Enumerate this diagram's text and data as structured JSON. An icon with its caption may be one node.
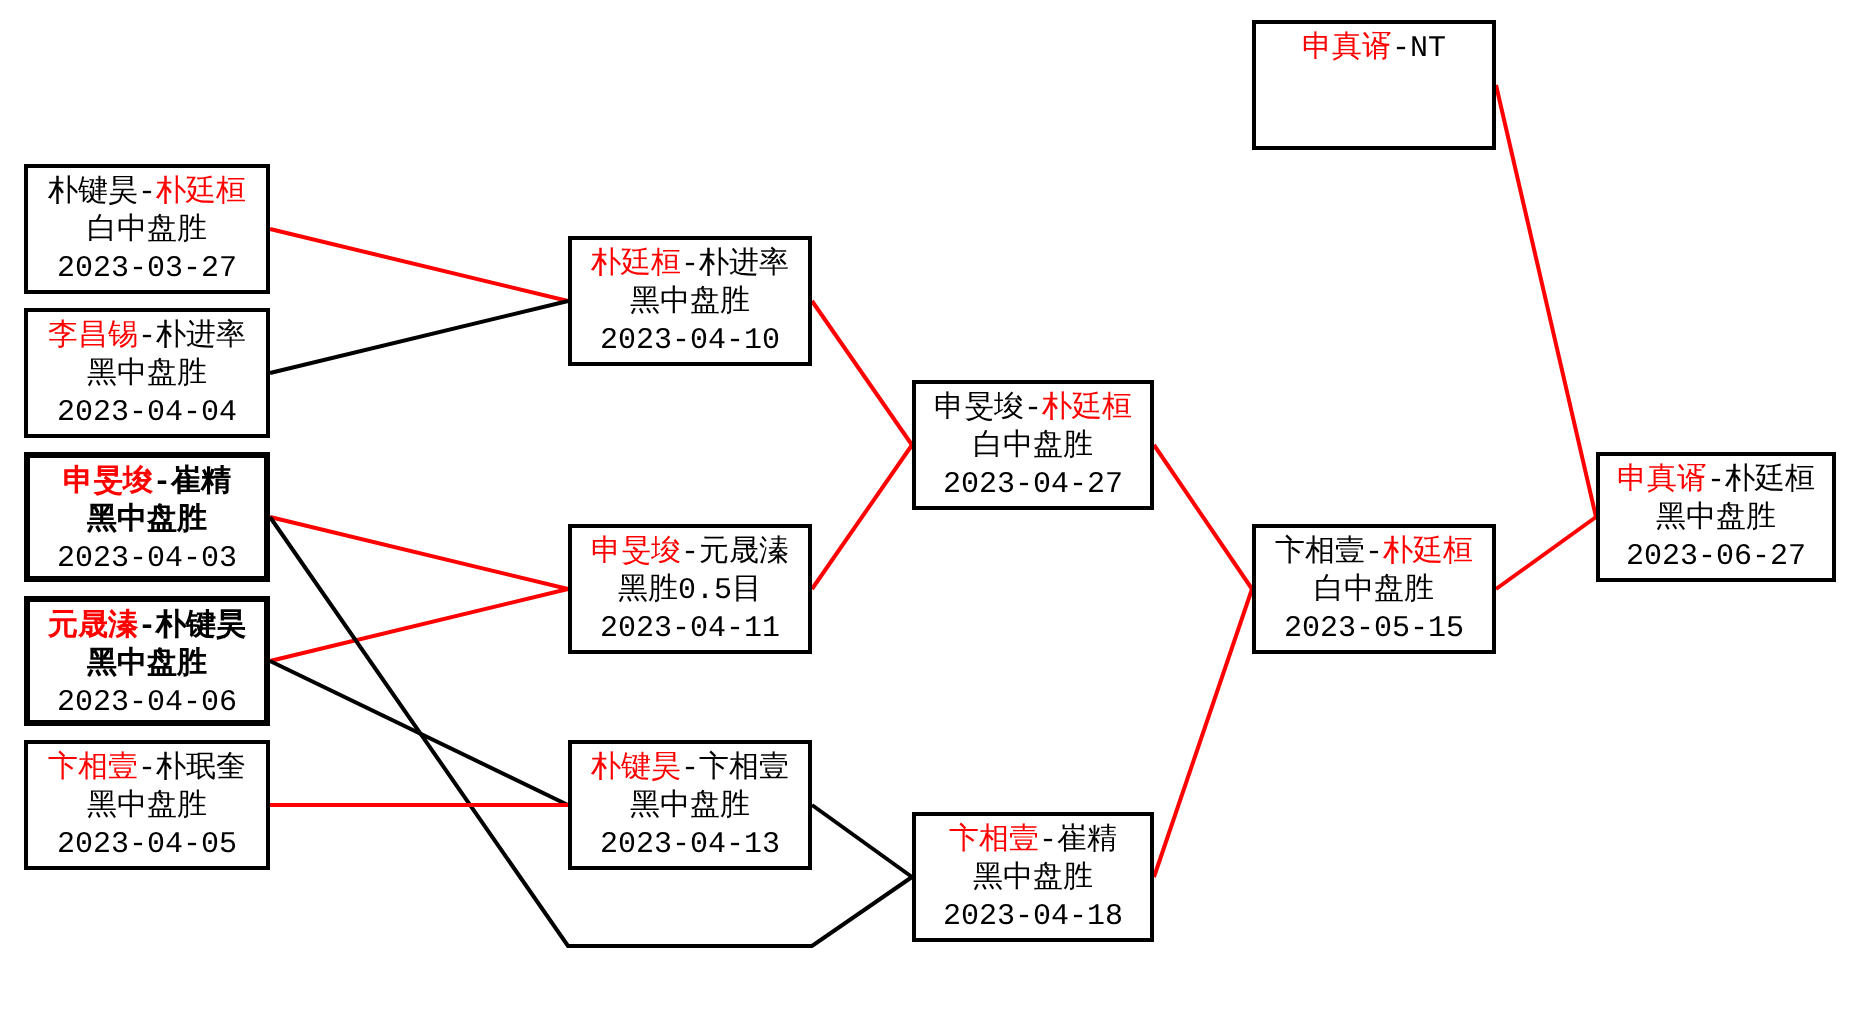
{
  "diagram": {
    "nodes": [
      {
        "text": [
          "朴键昊-朴廷桓",
          "白中盘胜",
          "2023-03-27"
        ]
      },
      {
        "text": [
          "李昌锡-朴进率",
          "黑中盘胜",
          "2023-04-04"
        ]
      },
      {
        "text": [
          "申旻埈-崔精",
          "黑中盘胜",
          "2023-04-03"
        ]
      },
      {
        "text": [
          "元晟溱-朴键昊",
          "黑中盘胜",
          "2023-04-06"
        ]
      },
      {
        "text": [
          "卞相壹-朴珉奎",
          "黑中盘胜",
          "2023-04-05"
        ]
      },
      {
        "text": [
          "朴廷桓-朴进率",
          "黑中盘胜",
          "2023-04-10"
        ]
      },
      {
        "text": [
          "申旻埈-元晟溱",
          "黑胜0.5目",
          "2023-04-11"
        ]
      },
      {
        "text": [
          "朴键昊-卞相壹",
          "黑中盘胜",
          "2023-04-13"
        ]
      },
      {
        "text": [
          "申旻埈-朴廷桓",
          "白中盘胜",
          "2023-04-27"
        ]
      },
      {
        "text": [
          "卞相壹-崔精",
          "黑中盘胜",
          "2023-04-18"
        ]
      },
      {
        "text": [
          "申真谞-NT"
        ]
      },
      {
        "text": [
          "卞相壹-朴廷桓",
          "白中盘胜",
          "2023-05-15"
        ]
      },
      {
        "text": [
          "申真谞-朴廷桓",
          "黑中盘胜",
          "2023-06-27"
        ]
      }
    ],
    "edges": [
      {
        "from": 0,
        "to": 5,
        "arrow": "none"
      },
      {
        "from": 1,
        "to": 5,
        "arrow": "none",
        "color": "#000000"
      },
      {
        "from": 2,
        "to": 6,
        "arrow": "none"
      },
      {
        "from": 3,
        "to": 6,
        "arrow": "none"
      },
      {
        "from": 2,
        "to": 9,
        "arrow": "none",
        "color": "#000000"
      },
      {
        "from": 3,
        "to": 7,
        "arrow": "none",
        "color": "#000000"
      },
      {
        "from": 4,
        "to": 7,
        "arrow": "none"
      },
      {
        "from": 5,
        "to": 8,
        "arrow": "none"
      },
      {
        "from": 6,
        "to": 8,
        "arrow": "none"
      },
      {
        "from": 7,
        "to": 9,
        "arrow": "none",
        "color": "#000000"
      },
      {
        "from": 8,
        "to": 11,
        "arrow": "none"
      },
      {
        "from": 9,
        "to": 11,
        "arrow": "none"
      },
      {
        "from": 10,
        "to": 12,
        "arrow": "none"
      },
      {
        "from": 11,
        "to": 12,
        "arrow": "none"
      }
    ]
  }
}
